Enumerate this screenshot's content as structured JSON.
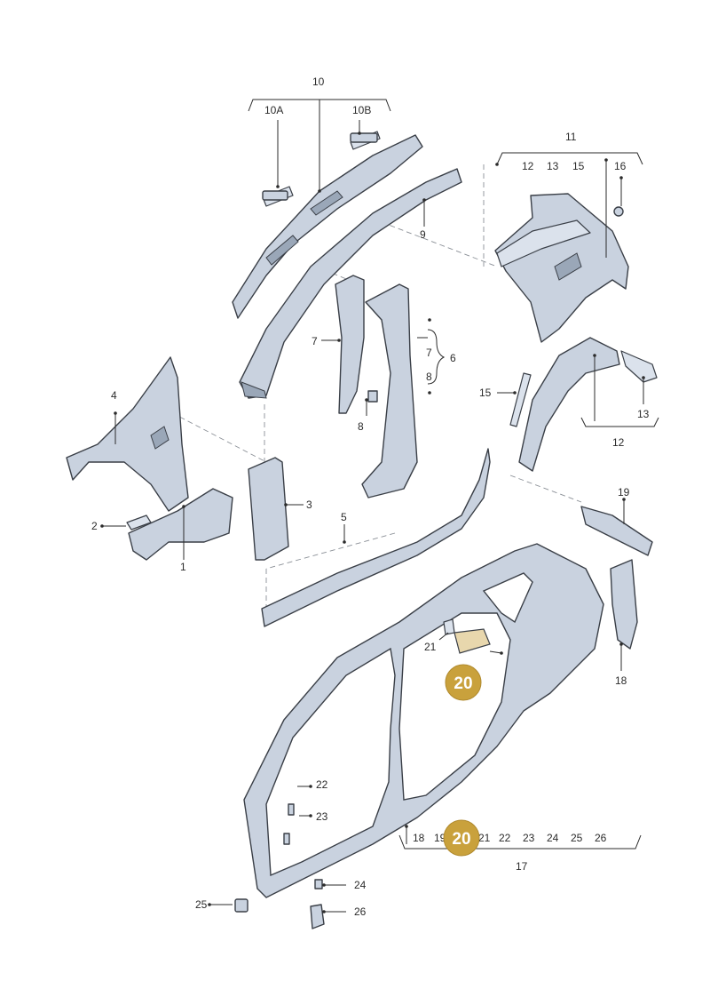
{
  "callouts": {
    "c10": "10",
    "c10a": "10A",
    "c10b": "10B",
    "c9": "9",
    "c11": "11",
    "c12a": "12",
    "c13a": "13",
    "c15a": "15",
    "c16": "16",
    "c4": "4",
    "c2": "2",
    "c1": "1",
    "c3": "3",
    "c7a": "7",
    "c7b": "7",
    "c8a": "8",
    "c8b": "8",
    "c6": "6",
    "c15b": "15",
    "c13b": "13",
    "c12b": "12",
    "c5": "5",
    "c19a": "19",
    "c18a": "18",
    "c21a": "21",
    "c22": "22",
    "c23": "23",
    "c24": "24",
    "c25": "25",
    "c26": "26",
    "c17": "17",
    "row17": [
      "18",
      "19",
      "20",
      "21",
      "22",
      "23",
      "24",
      "25",
      "26"
    ]
  },
  "highlight": {
    "badge_label": "20",
    "color": "#c9a13c"
  }
}
